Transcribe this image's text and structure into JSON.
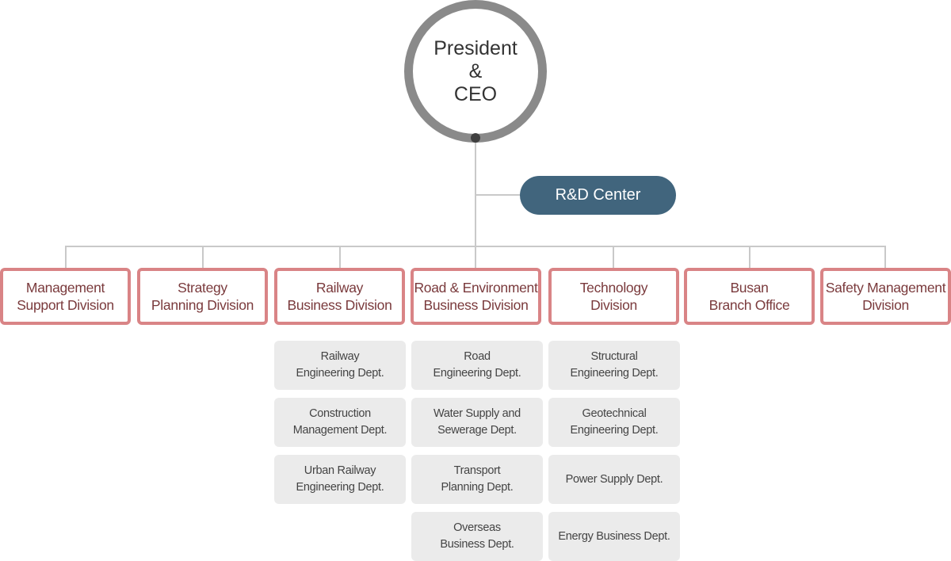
{
  "ceo": {
    "lines": [
      "President",
      "&",
      "CEO"
    ]
  },
  "rd_center": {
    "label": "R&D Center"
  },
  "divisions": [
    {
      "lines": [
        "Management",
        "Support  Division"
      ]
    },
    {
      "lines": [
        "Strategy",
        "Planning Division"
      ]
    },
    {
      "lines": [
        "Railway",
        "Business Division"
      ]
    },
    {
      "lines": [
        "Road & Environment",
        "Business Division"
      ]
    },
    {
      "lines": [
        "Technology",
        "Division"
      ]
    },
    {
      "lines": [
        "Busan",
        "Branch Office"
      ]
    },
    {
      "lines": [
        "Safety Management",
        "Division"
      ]
    }
  ],
  "departments": {
    "railway": [
      {
        "lines": [
          "Railway",
          "Engineering Dept."
        ]
      },
      {
        "lines": [
          "Construction",
          "Management Dept."
        ]
      },
      {
        "lines": [
          "Urban Railway",
          "Engineering Dept."
        ]
      }
    ],
    "road_environment": [
      {
        "lines": [
          "Road",
          "Engineering Dept."
        ]
      },
      {
        "lines": [
          "Water Supply and",
          "Sewerage Dept."
        ]
      },
      {
        "lines": [
          "Transport",
          "Planning Dept."
        ]
      },
      {
        "lines": [
          "Overseas",
          "Business Dept."
        ]
      }
    ],
    "technology": [
      {
        "lines": [
          "Structural",
          "Engineering Dept."
        ]
      },
      {
        "lines": [
          "Geotechnical",
          "Engineering Dept."
        ]
      },
      {
        "lines": [
          "Power Supply Dept."
        ]
      },
      {
        "lines": [
          "Energy Business Dept."
        ]
      }
    ]
  }
}
